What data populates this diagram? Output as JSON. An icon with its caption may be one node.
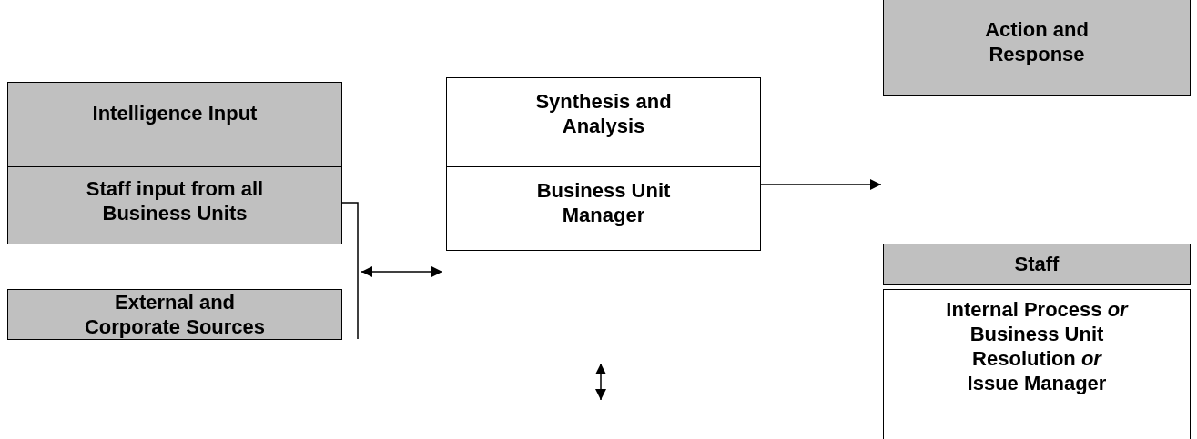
{
  "diagram": {
    "nodes": [
      {
        "text": [
          "Intelligence Input",
          "Staff input from all Business Units"
        ]
      },
      {
        "text": [
          "Synthesis and Analysis",
          "Business Unit Manager"
        ]
      },
      {
        "text": [
          "External and Corporate Sources"
        ]
      },
      {
        "text": [
          "Action and Response"
        ]
      },
      {
        "text": [
          "Staff"
        ]
      },
      {
        "text": [
          "Internal Process *or* Business Unit Resolution *or* Issue Manager"
        ]
      }
    ],
    "edges": [
      {
        "from": 0,
        "to": null,
        "arrow": "none"
      },
      {
        "from": 1,
        "to": null,
        "arrow": "to"
      },
      {
        "from": 2,
        "to": 1,
        "arrow": "both"
      }
    ]
  }
}
